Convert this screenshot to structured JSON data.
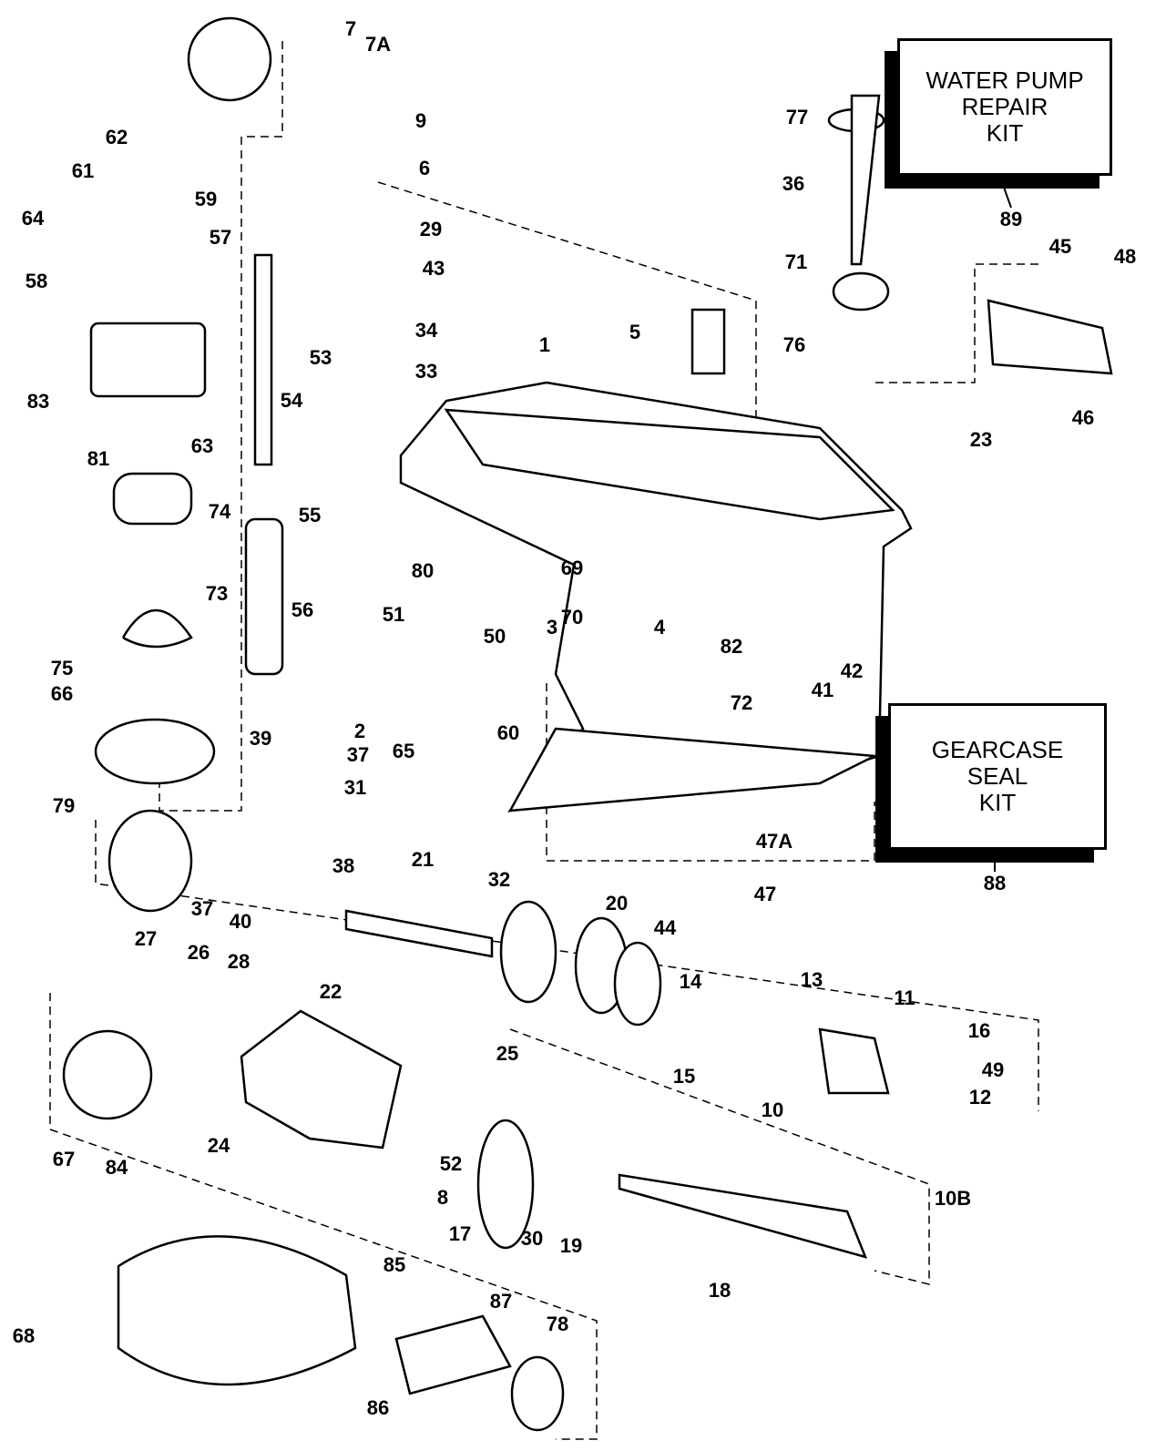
{
  "kits": {
    "water_pump": {
      "lines": [
        "WATER PUMP",
        "REPAIR",
        "KIT"
      ],
      "number": "89"
    },
    "gearcase_seal": {
      "lines": [
        "GEARCASE",
        "SEAL",
        "KIT"
      ],
      "number": "88"
    }
  },
  "callouts": [
    "7",
    "7A",
    "9",
    "6",
    "62",
    "61",
    "59",
    "64",
    "57",
    "29",
    "43",
    "58",
    "34",
    "33",
    "53",
    "83",
    "54",
    "81",
    "63",
    "55",
    "74",
    "56",
    "73",
    "75",
    "66",
    "2",
    "39",
    "37",
    "31",
    "79",
    "38",
    "37",
    "40",
    "21",
    "32",
    "20",
    "44",
    "14",
    "13",
    "11",
    "16",
    "49",
    "12",
    "15",
    "10",
    "10B",
    "27",
    "26",
    "28",
    "22",
    "25",
    "24",
    "52",
    "8",
    "17",
    "30",
    "19",
    "18",
    "67",
    "84",
    "85",
    "87",
    "78",
    "86",
    "68",
    "1",
    "5",
    "80",
    "69",
    "70",
    "51",
    "50",
    "3",
    "4",
    "82",
    "72",
    "41",
    "42",
    "65",
    "60",
    "47A",
    "47",
    "77",
    "36",
    "71",
    "76",
    "45",
    "48",
    "23",
    "46"
  ]
}
